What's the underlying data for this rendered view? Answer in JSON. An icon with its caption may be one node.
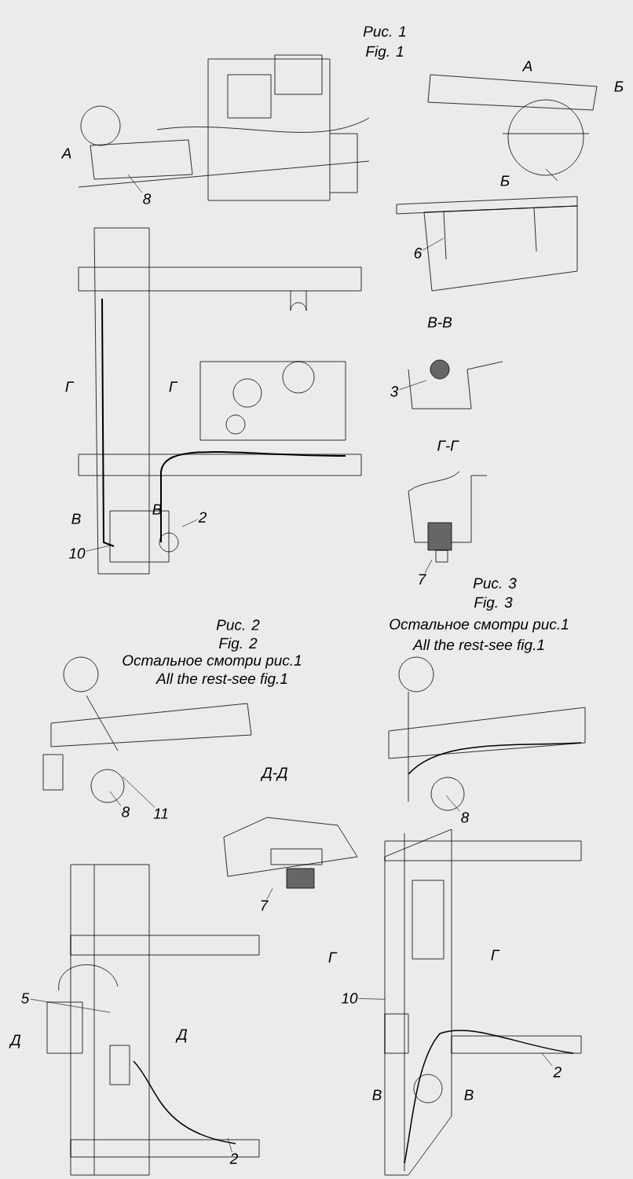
{
  "diagram": {
    "nodes": [
      {
        "text": [
          "8"
        ]
      },
      {
        "text": [
          "6"
        ]
      },
      {
        "text": [
          "3"
        ]
      },
      {
        "text": [
          "2"
        ]
      },
      {
        "text": [
          "10"
        ]
      },
      {
        "text": [
          "7"
        ]
      },
      {
        "text": [
          "8"
        ]
      },
      {
        "text": [
          "11"
        ]
      },
      {
        "text": [
          "7"
        ]
      },
      {
        "text": [
          "5"
        ]
      },
      {
        "text": [
          "2"
        ]
      },
      {
        "text": [
          "8"
        ]
      },
      {
        "text": [
          "10"
        ]
      },
      {
        "text": [
          "2"
        ],
        "in": 15
      },
      {
        "text": [],
        "shape": "picture"
      },
      {
        "text": [],
        "shape": "picture"
      }
    ],
    "edges": [
      {
        "from": 0,
        "to": null,
        "arrow": "none"
      },
      {
        "from": 1,
        "to": null,
        "arrow": "none"
      },
      {
        "from": 2,
        "to": null,
        "arrow": "none"
      },
      {
        "from": 3,
        "to": null,
        "arrow": "none"
      },
      {
        "from": 4,
        "to": null,
        "arrow": "none"
      },
      {
        "from": 5,
        "to": null,
        "arrow": "none"
      },
      {
        "from": 6,
        "to": null,
        "arrow": "none"
      },
      {
        "from": 7,
        "to": null,
        "arrow": "none"
      },
      {
        "from": 8,
        "to": 14,
        "arrow": "none"
      },
      {
        "from": 9,
        "to": null,
        "arrow": "none"
      },
      {
        "from": 10,
        "to": null,
        "arrow": "none"
      },
      {
        "from": 11,
        "to": null,
        "arrow": "none"
      },
      {
        "from": 12,
        "to": 15,
        "arrow": "none"
      },
      {
        "from": 13,
        "to": 15,
        "arrow": "none"
      }
    ],
    "labels": [
      "Рис. 1",
      "Fig. 1",
      "А",
      "Б",
      "А",
      "Б",
      "В-В",
      "Г",
      "Г",
      "В",
      "В",
      "Г-Г",
      "Рис. 3",
      "Fig. 3",
      "Остальное смотри рис.1",
      "All the rest-see fig.1",
      "Рис. 2",
      "Fig. 2",
      "Остальное смотри рис.1",
      "All the rest-see fig.1",
      "Д-Д",
      "Д",
      "Д",
      "Г",
      "Г",
      "В",
      "В"
    ]
  }
}
